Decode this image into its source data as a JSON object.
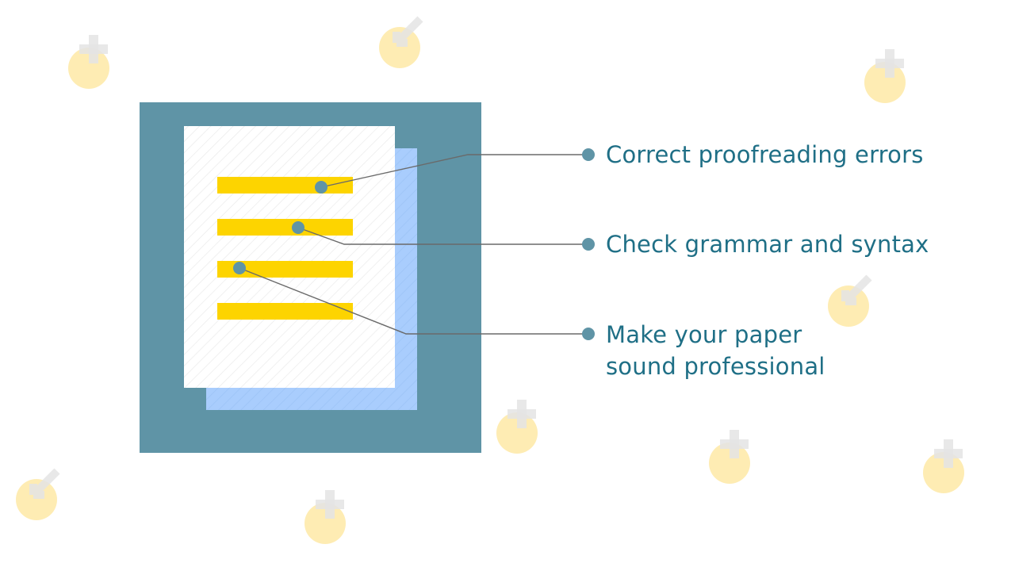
{
  "colors": {
    "background": "#ffffff",
    "panel": "#5f94a6",
    "page_front": "#ffffff",
    "page_back": "#a9cdfd",
    "text_bar": "#fdd400",
    "dot": "#5f94a6",
    "connector": "#6a6a6a",
    "label_text": "#1f6f86",
    "decoration": "#fde699"
  },
  "icons": {
    "document": "document-icon",
    "decoration": "lightbulb-plus-icon"
  },
  "callouts": [
    {
      "lines": [
        "Correct proofreading errors"
      ]
    },
    {
      "lines": [
        "Check grammar and syntax"
      ]
    },
    {
      "lines": [
        "Make your paper",
        "sound professional"
      ]
    }
  ]
}
